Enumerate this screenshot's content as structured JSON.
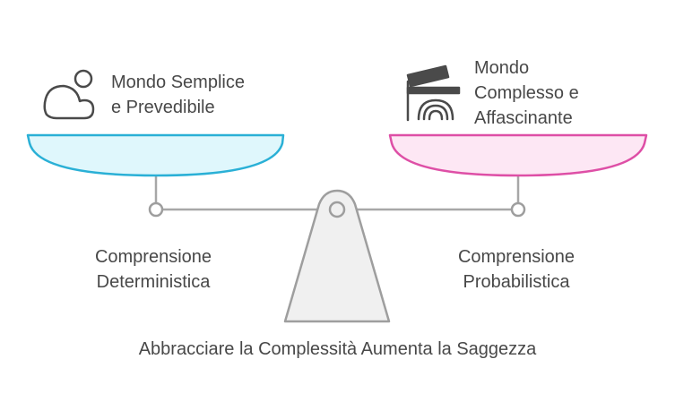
{
  "left_pan": {
    "title_lines": [
      "Mondo Semplice",
      "e Prevedibile"
    ],
    "caption_lines": [
      "Comprensione",
      "Deterministica"
    ],
    "icon": "cloud-sun-icon",
    "fill": "#dff7fc",
    "stroke": "#2ab0d6"
  },
  "right_pan": {
    "title_lines": [
      "Mondo",
      "Complesso e",
      "Affascinante"
    ],
    "caption_lines": [
      "Comprensione",
      "Probabilistica"
    ],
    "icon": "clapperboard-icon",
    "fill": "#fde7f4",
    "stroke": "#de4fa6"
  },
  "footer": {
    "text": "Abbracciare la Complessità Aumenta la Saggezza"
  },
  "scale": {
    "beam_color": "#9e9e9e",
    "base_fill": "#f0f0f0"
  }
}
